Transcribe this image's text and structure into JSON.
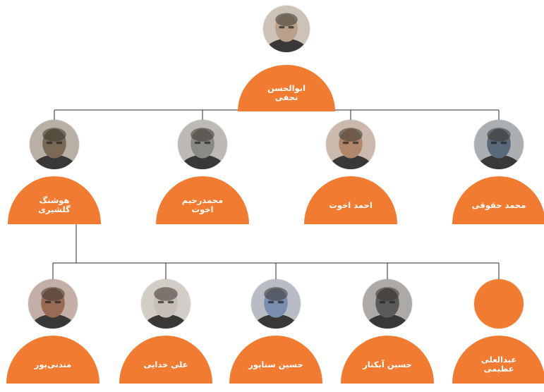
{
  "accent_color": "#f07b31",
  "line_color": "#2b2b2b",
  "root": {
    "id": "najafi",
    "name": "ابوالحسن\nنجفی",
    "photo": "portrait-photo",
    "tone": "#b8a08a"
  },
  "teachers": [
    {
      "id": "golshiri",
      "name": "هوشنگ\nگلشیری",
      "photo": "portrait-photo",
      "tone": "#7a6a55"
    },
    {
      "id": "akhavat-mr",
      "name": "محمدرحیم\nاخوت",
      "photo": "portrait-photo",
      "tone": "#8a8a84"
    },
    {
      "id": "akhavat-a",
      "name": "احمد اخوت",
      "photo": "portrait-photo",
      "tone": "#b0876a"
    },
    {
      "id": "hoghooghi",
      "name": "محمد حقوقی",
      "photo": "portrait-photo",
      "tone": "#586a7a"
    }
  ],
  "students": [
    {
      "id": "mandanipour",
      "name": "مندنی‌پور",
      "photo": "portrait-photo",
      "tone": "#9a6a55"
    },
    {
      "id": "khodaei",
      "name": "علی خدایی",
      "photo": "portrait-photo",
      "tone": "#c8c0b8"
    },
    {
      "id": "sanapour",
      "name": "حسین سناپور",
      "photo": "portrait-photo",
      "tone": "#7a8fb0"
    },
    {
      "id": "abkenar",
      "name": "حسین آبکنار",
      "photo": "portrait-photo",
      "tone": "#5a5a5a"
    },
    {
      "id": "azimi",
      "name": "عبدالعلی\nعظیمی",
      "photo": "placeholder-circle",
      "tone": "#f07b31"
    }
  ]
}
